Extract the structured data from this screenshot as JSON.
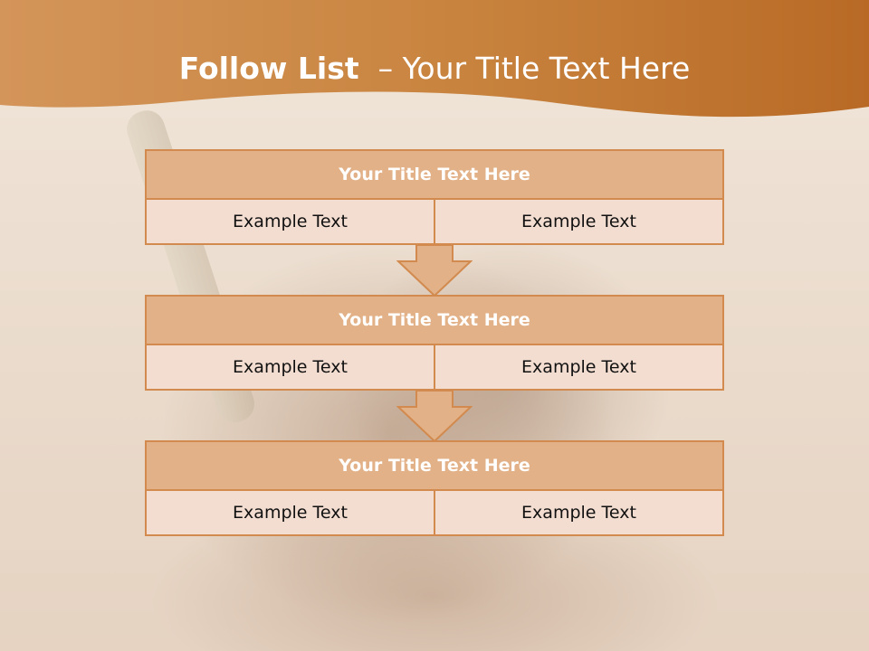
{
  "slide": {
    "title_bold": "Follow List",
    "title_rest": "  – Your Title Text Here"
  },
  "steps": [
    {
      "title": "Your Title Text Here",
      "left": "Example Text",
      "right": "Example Text"
    },
    {
      "title": "Your Title Text Here",
      "left": "Example Text",
      "right": "Example Text"
    },
    {
      "title": "Your Title Text Here",
      "left": "Example Text",
      "right": "Example Text"
    }
  ],
  "colors": {
    "header_orange": "#c97a35",
    "box_fill": "#e2b187",
    "box_border": "#d28a4e",
    "cell_fill": "#f3ddd0"
  }
}
